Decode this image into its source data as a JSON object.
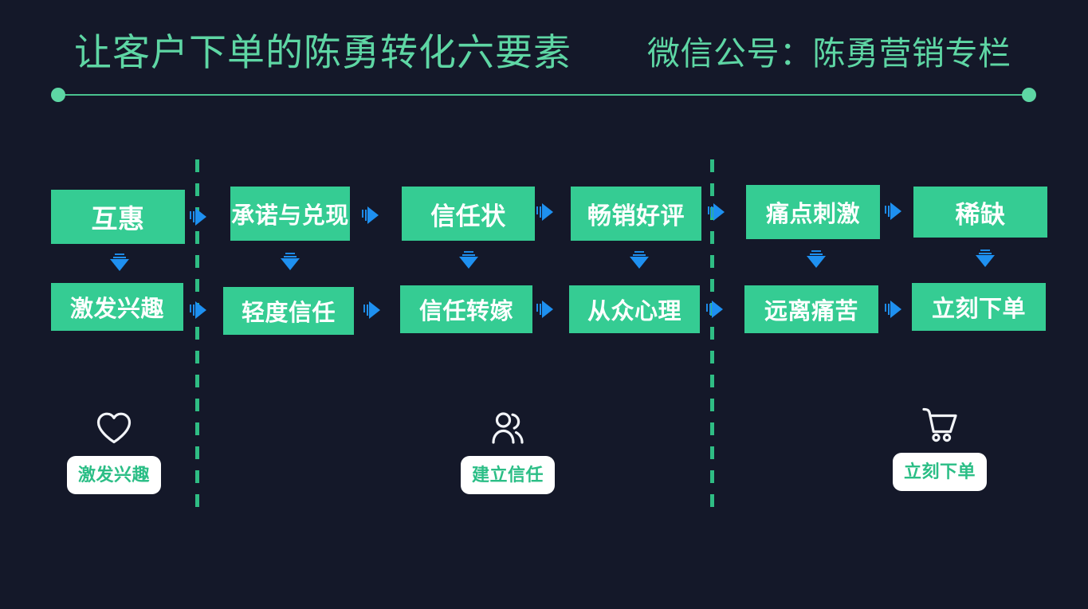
{
  "header": {
    "title_main": "让客户下单的陈勇转化六要素",
    "title_sub": "微信公号：陈勇营销专栏",
    "accent": "#5ED6A4",
    "rule_color": "#49C28E"
  },
  "theme": {
    "background": "#141829",
    "box_fill": "#35CC93",
    "box_text": "#FFFFFF",
    "arrow_color": "#1E90F0",
    "divider_color": "#2FBD84",
    "pill_bg": "#FFFFFF",
    "pill_text": "#2BBE86"
  },
  "flow": {
    "row_top": [
      {
        "label": "互惠"
      },
      {
        "label": "承诺与兑现"
      },
      {
        "label": "信任状"
      },
      {
        "label": "畅销好评"
      },
      {
        "label": "痛点刺激"
      },
      {
        "label": "稀缺"
      }
    ],
    "row_bottom": [
      {
        "label": "激发兴趣"
      },
      {
        "label": "轻度信任"
      },
      {
        "label": "信任转嫁"
      },
      {
        "label": "从众心理"
      },
      {
        "label": "远离痛苦"
      },
      {
        "label": "立刻下单"
      }
    ]
  },
  "stages": [
    {
      "icon": "heart-icon",
      "label": "激发兴趣"
    },
    {
      "icon": "users-icon",
      "label": "建立信任"
    },
    {
      "icon": "shopping-cart-icon",
      "label": "立刻下单"
    }
  ]
}
